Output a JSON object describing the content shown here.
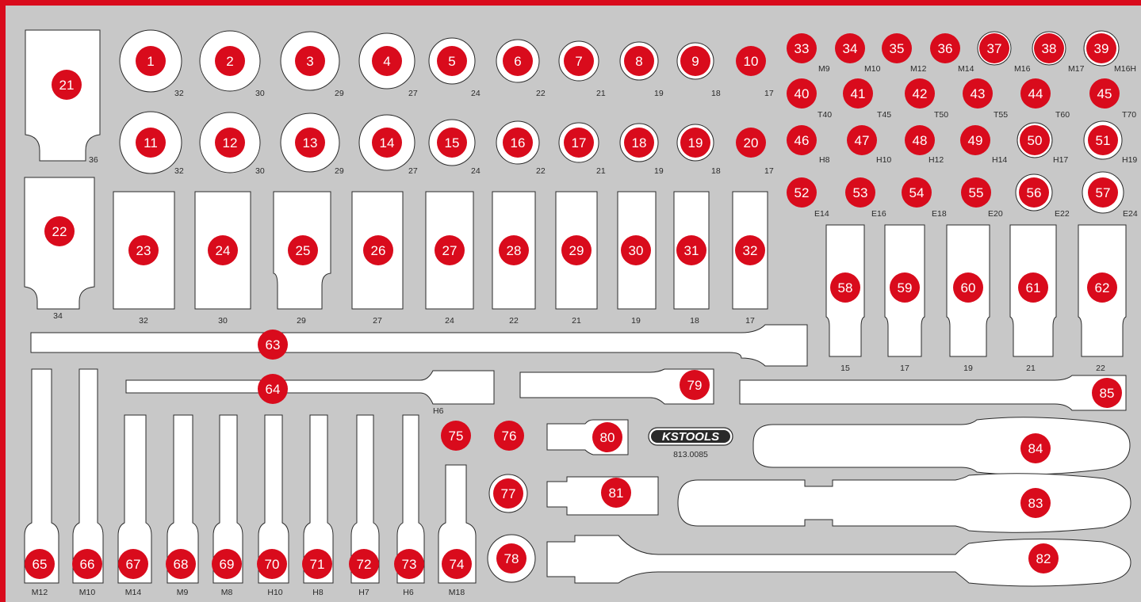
{
  "colors": {
    "tray": "#c8c8c8",
    "border": "#d90b1c",
    "badge": "#d90b1c",
    "badge_text": "#ffffff",
    "cutout": "#ffffff",
    "outline": "#2a2a2a"
  },
  "logo": {
    "brand": "KSTOOLS",
    "part_number": "813.0085"
  },
  "sockets_row1": [
    {
      "n": "1",
      "size": "32"
    },
    {
      "n": "2",
      "size": "30"
    },
    {
      "n": "3",
      "size": "29"
    },
    {
      "n": "4",
      "size": "27"
    },
    {
      "n": "5",
      "size": "24"
    },
    {
      "n": "6",
      "size": "22"
    },
    {
      "n": "7",
      "size": "21"
    },
    {
      "n": "8",
      "size": "19"
    },
    {
      "n": "9",
      "size": "18"
    },
    {
      "n": "10",
      "size": "17"
    }
  ],
  "sockets_row2": [
    {
      "n": "11",
      "size": "32"
    },
    {
      "n": "12",
      "size": "30"
    },
    {
      "n": "13",
      "size": "29"
    },
    {
      "n": "14",
      "size": "27"
    },
    {
      "n": "15",
      "size": "24"
    },
    {
      "n": "16",
      "size": "22"
    },
    {
      "n": "17",
      "size": "21"
    },
    {
      "n": "18",
      "size": "19"
    },
    {
      "n": "19",
      "size": "18"
    },
    {
      "n": "20",
      "size": "17"
    }
  ],
  "adapters": [
    {
      "n": "21",
      "size": "36"
    },
    {
      "n": "22",
      "size": "34"
    }
  ],
  "deep_sockets": [
    {
      "n": "23",
      "size": "32"
    },
    {
      "n": "24",
      "size": "30"
    },
    {
      "n": "25",
      "size": "29"
    },
    {
      "n": "26",
      "size": "27"
    },
    {
      "n": "27",
      "size": "24"
    },
    {
      "n": "28",
      "size": "22"
    },
    {
      "n": "29",
      "size": "21"
    },
    {
      "n": "30",
      "size": "19"
    },
    {
      "n": "31",
      "size": "18"
    },
    {
      "n": "32",
      "size": "17"
    }
  ],
  "bits_m": [
    {
      "n": "33",
      "size": "M9"
    },
    {
      "n": "34",
      "size": "M10"
    },
    {
      "n": "35",
      "size": "M12"
    },
    {
      "n": "36",
      "size": "M14"
    },
    {
      "n": "37",
      "size": "M16"
    },
    {
      "n": "38",
      "size": "M17"
    },
    {
      "n": "39",
      "size": "M16H"
    }
  ],
  "bits_t": [
    {
      "n": "40",
      "size": "T40"
    },
    {
      "n": "41",
      "size": "T45"
    },
    {
      "n": "42",
      "size": "T50"
    },
    {
      "n": "43",
      "size": "T55"
    },
    {
      "n": "44",
      "size": "T60"
    },
    {
      "n": "45",
      "size": "T70"
    }
  ],
  "bits_h": [
    {
      "n": "46",
      "size": "H8"
    },
    {
      "n": "47",
      "size": "H10"
    },
    {
      "n": "48",
      "size": "H12"
    },
    {
      "n": "49",
      "size": "H14"
    },
    {
      "n": "50",
      "size": "H17"
    },
    {
      "n": "51",
      "size": "H19"
    }
  ],
  "bits_e": [
    {
      "n": "52",
      "size": "E14"
    },
    {
      "n": "53",
      "size": "E16"
    },
    {
      "n": "54",
      "size": "E18"
    },
    {
      "n": "55",
      "size": "E20"
    },
    {
      "n": "56",
      "size": "E22"
    },
    {
      "n": "57",
      "size": "E24"
    }
  ],
  "long_sockets": [
    {
      "n": "58",
      "size": "15"
    },
    {
      "n": "59",
      "size": "17"
    },
    {
      "n": "60",
      "size": "19"
    },
    {
      "n": "61",
      "size": "21"
    },
    {
      "n": "62",
      "size": "22"
    }
  ],
  "bars": [
    {
      "n": "63"
    },
    {
      "n": "64",
      "size": "H6"
    },
    {
      "n": "79"
    },
    {
      "n": "85"
    }
  ],
  "long_bits": [
    {
      "n": "65",
      "size": "M12"
    },
    {
      "n": "66",
      "size": "M10"
    },
    {
      "n": "67",
      "size": "M14"
    },
    {
      "n": "68",
      "size": "M9"
    },
    {
      "n": "69",
      "size": "M8"
    },
    {
      "n": "70",
      "size": "H10"
    },
    {
      "n": "71",
      "size": "H8"
    },
    {
      "n": "72",
      "size": "H7"
    },
    {
      "n": "73",
      "size": "H6"
    },
    {
      "n": "74",
      "size": "M18"
    }
  ],
  "misc": [
    {
      "n": "75"
    },
    {
      "n": "76"
    },
    {
      "n": "77"
    },
    {
      "n": "78"
    },
    {
      "n": "80"
    },
    {
      "n": "81"
    }
  ],
  "handles": [
    {
      "n": "84"
    },
    {
      "n": "83"
    },
    {
      "n": "82"
    }
  ]
}
